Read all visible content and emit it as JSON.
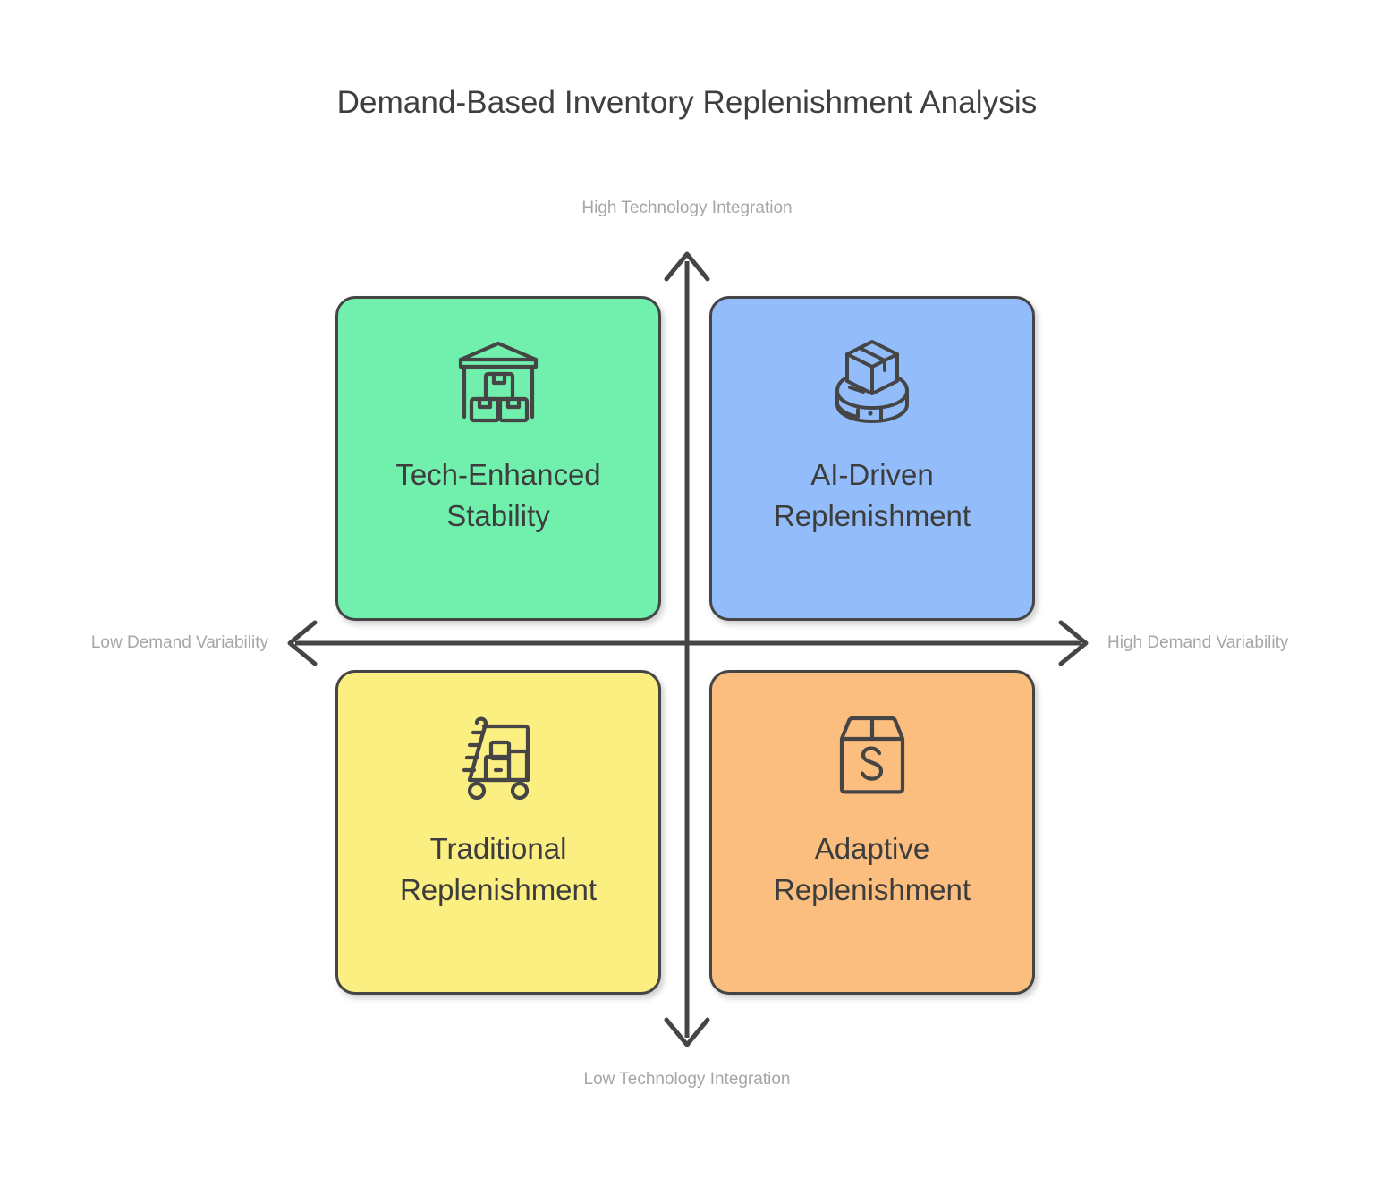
{
  "chart_data": {
    "type": "table",
    "title": "Demand-Based Inventory Replenishment Analysis",
    "subtype": "2x2-quadrant-matrix",
    "xlabel": "Demand Variability",
    "ylabel": "Technology Integration",
    "x_axis": {
      "low": "Low Demand Variability",
      "high": "High Demand Variability"
    },
    "y_axis": {
      "low": "Low Technology Integration",
      "high": "High Technology Integration"
    },
    "categories": [
      "Tech-Enhanced Stability",
      "AI-Driven Replenishment",
      "Traditional Replenishment",
      "Adaptive Replenishment"
    ],
    "quadrant_positions": [
      "low-variability / high-technology",
      "high-variability / high-technology",
      "low-variability / low-technology",
      "high-variability / low-technology"
    ],
    "grid": false,
    "legend": "none"
  },
  "header": {
    "title": "Demand-Based Inventory Replenishment Analysis"
  },
  "axes": {
    "top_label": "High Technology Integration",
    "bottom_label": "Low Technology Integration",
    "left_label": "Low Demand Variability",
    "right_label": "High Demand Variability",
    "line_color": "#454545"
  },
  "quadrants": [
    {
      "id": "tech-enhanced-stability",
      "line1": "Tech-Enhanced",
      "line2": "Stability",
      "icon": "warehouse-boxes-icon",
      "color": "#71efad",
      "border_color": "#454545",
      "position": "top-left"
    },
    {
      "id": "ai-driven-replenishment",
      "line1": "AI-Driven",
      "line2": "Replenishment",
      "icon": "robot-carrying-box-icon",
      "color": "#92bcfa",
      "border_color": "#454545",
      "position": "top-right"
    },
    {
      "id": "traditional-replenishment",
      "line1": "Traditional",
      "line2": "Replenishment",
      "icon": "hand-truck-boxes-icon",
      "color": "#fbef82",
      "border_color": "#454545",
      "position": "bottom-left"
    },
    {
      "id": "adaptive-replenishment",
      "line1": "Adaptive",
      "line2": "Replenishment",
      "icon": "box-with-s-icon",
      "color": "#fbbe7e",
      "border_color": "#454545",
      "position": "bottom-right"
    }
  ]
}
